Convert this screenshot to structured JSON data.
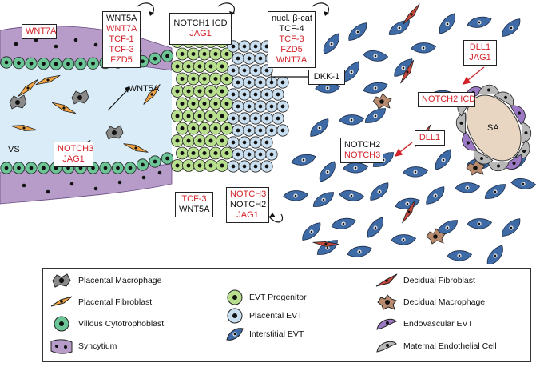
{
  "labels": {
    "wnt7a_top": [
      "WNT7A"
    ],
    "wnt_stack": [
      "WNT5A",
      "WNT7A",
      "TCF-1",
      "TCF-3",
      "FZD5"
    ],
    "notch1": [
      "NOTCH1 ICD",
      "JAG1"
    ],
    "nucl": [
      "nucl. β-cat",
      "TCF-4",
      "TCF-3",
      "FZD5",
      "WNT7A"
    ],
    "wnt5a_mid": [
      "WNT5A"
    ],
    "notch3_jag1": [
      "NOTCH3",
      "JAG1"
    ],
    "tcf3_wnt5a": [
      "TCF-3",
      "WNT5A"
    ],
    "notch3_notch2": [
      "NOTCH3",
      "NOTCH2",
      "JAG1"
    ],
    "dkk1": [
      "DKK-1"
    ],
    "dll1_jag1": [
      "DLL1",
      "JAG1"
    ],
    "notch2icd": [
      "NOTCH2 ICD"
    ],
    "dll1": [
      "DLL1"
    ],
    "notch2_notch3": [
      "NOTCH2",
      "NOTCH3"
    ],
    "vs": "VS",
    "sa": "SA"
  },
  "colors": {
    "red": "#d2232a",
    "black": "#111111",
    "villous": "#6cc596",
    "syncytium": "#b79bc8",
    "vs_bg": "#d9ecf7",
    "fibroblast": "#f2a341",
    "evt_progenitor": "#b8df8e",
    "placental_evt": "#c9dff0",
    "interstitial_evt": "#3e6aa5",
    "decidual_fibroblast": "#c8473c",
    "decidual_macrophage": "#b88a6e",
    "endovascular": "#9b79c4",
    "endothelial": "#b8b8b8",
    "sa_fill": "#e9d6c2"
  },
  "legend": {
    "col1": [
      "Placental Macrophage",
      "Placental Fibroblast",
      "Villous Cytotrophoblast",
      "Syncytium"
    ],
    "col2": [
      "EVT Progenitor",
      "Placental EVT",
      "Interstitial EVT"
    ],
    "col3": [
      "Decidual Fibroblast",
      "Decidual Macrophage",
      "Endovascular EVT",
      "Maternal Endothelial Cell"
    ]
  }
}
